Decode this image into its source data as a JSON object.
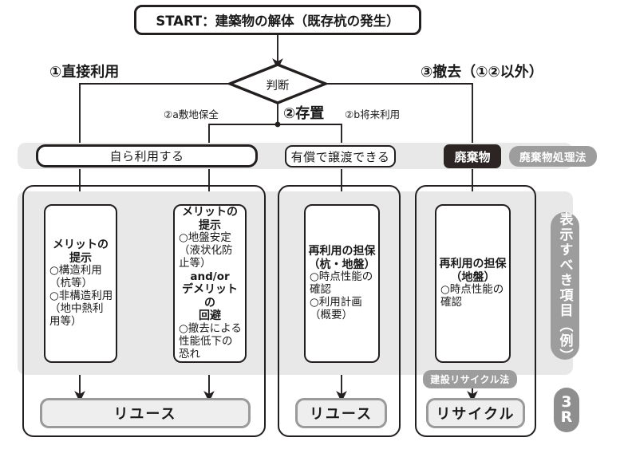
{
  "start": {
    "label": "START：建築物の解体（既存杭の発生）"
  },
  "decision": {
    "label": "判断"
  },
  "branches": {
    "direct": "①直接利用",
    "store": "②存置",
    "remove": "③撤去（①②以外）",
    "store_a": "②a敷地保全",
    "store_b": "②b将来利用"
  },
  "level2": [
    {
      "label": "自ら利用する"
    },
    {
      "label": "有償で譲渡できる"
    },
    {
      "label": "廃棄物"
    }
  ],
  "law_chips": {
    "waste_law": "廃棄物処理法",
    "recycle_law": "建設リサイクル法"
  },
  "cards": [
    {
      "title": "メリットの\n提示",
      "lines": [
        "○構造利用",
        "（杭等）",
        "○非構造利用",
        "（地中熱利",
        "用等）"
      ]
    },
    {
      "title": "メリットの\n提示",
      "lines": [
        "○地盤安定",
        "（液状化防",
        "止等）"
      ],
      "mid": "and/or",
      "title2": "デメリットの\n回避",
      "lines2": [
        "○撤去による",
        "性能低下の",
        "恐れ"
      ]
    },
    {
      "title": "再利用の担保\n（杭・地盤）",
      "lines": [
        "○時点性能の",
        "確認",
        "○利用計画",
        "（概要）"
      ]
    },
    {
      "title": "再利用の担保\n（地盤）",
      "lines": [
        "○時点性能の",
        "確認"
      ]
    }
  ],
  "outcomes": [
    {
      "label": "リユース"
    },
    {
      "label": "リユース"
    },
    {
      "label": "リサイクル"
    }
  ],
  "side": {
    "vertical_label": "表示すべき項目（例）",
    "badge_line1": "3",
    "badge_line2": "R"
  },
  "colors": {
    "ink": "#231f1f",
    "band": "#e8e8e8",
    "gray_chip": "#9d9d9d",
    "dark_chip": "#2c2523",
    "pill_border": "#9a9a9a",
    "pill_fill": "#eeeeee"
  }
}
